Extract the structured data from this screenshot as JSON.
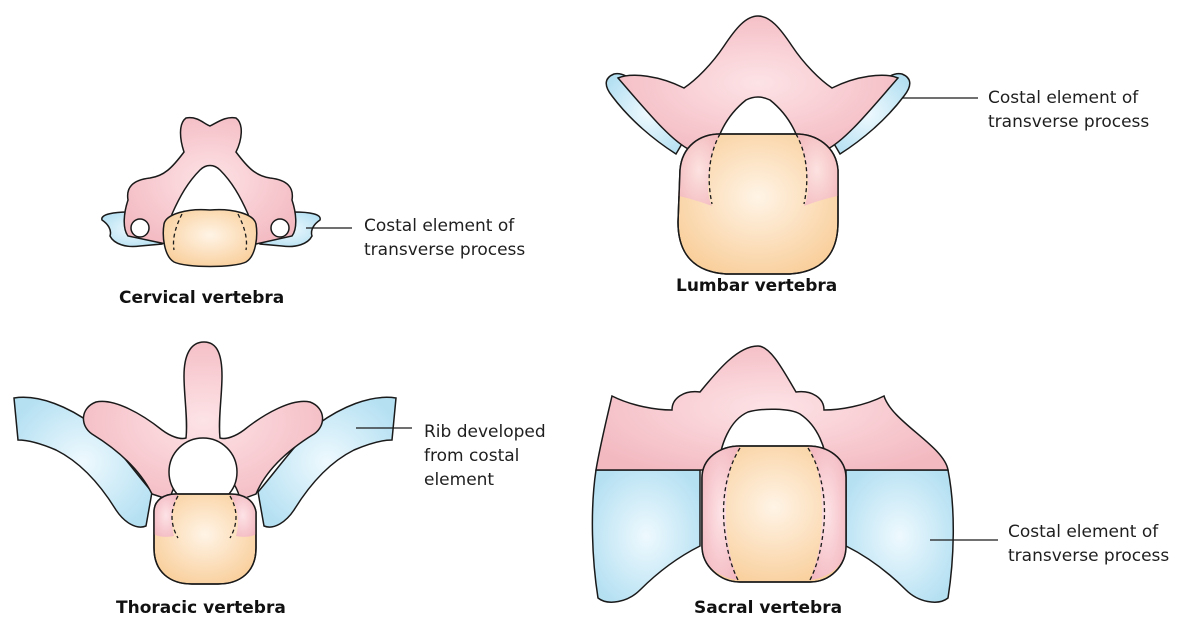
{
  "colors": {
    "pink": "#f5c6cd",
    "pink_light": "#fde3e6",
    "blue": "#bfe6f5",
    "blue_light": "#e8f7fd",
    "orange": "#fbd9b0",
    "orange_light": "#fff1e0",
    "outline": "#1a1a1a"
  },
  "panels": {
    "cervical": {
      "caption": "Cervical vertebra",
      "label_line1": "Costal element of",
      "label_line2": "transverse process"
    },
    "lumbar": {
      "caption": "Lumbar vertebra",
      "label_line1": "Costal element of",
      "label_line2": "transverse process"
    },
    "thoracic": {
      "caption": "Thoracic vertebra",
      "label_line1": "Rib developed",
      "label_line2": "from costal",
      "label_line3": "element"
    },
    "sacral": {
      "caption": "Sacral vertebra",
      "label_line1": "Costal element of",
      "label_line2": "transverse process"
    }
  }
}
